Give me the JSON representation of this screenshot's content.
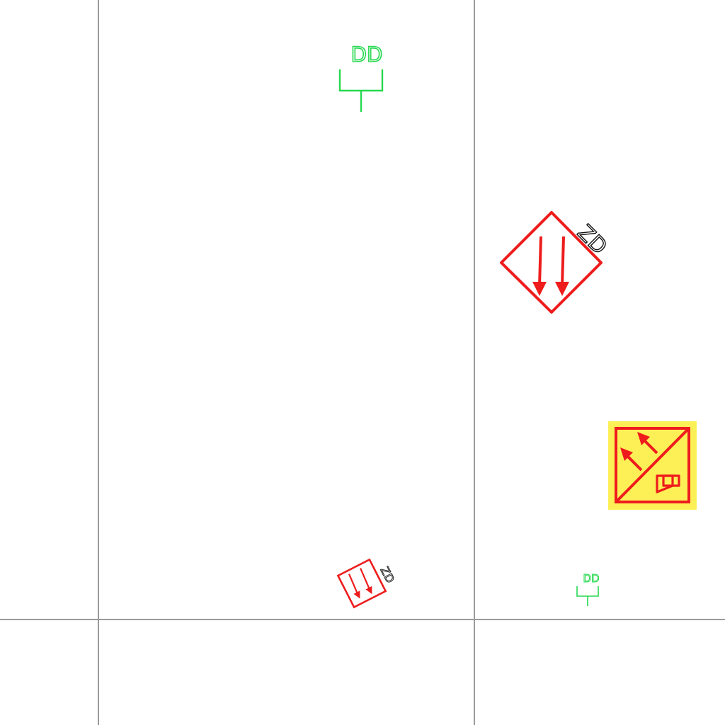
{
  "colors": {
    "background": "#ffffff",
    "grid_line": "#9a9a9a",
    "warning_red": "#ee1c1c",
    "device_green": "#27d84f",
    "highlight_yellow": "#fdf056",
    "label_black": "#111111"
  },
  "grid": {
    "vertical_lines": 2,
    "horizontal_lines": 1
  },
  "symbols": {
    "green_device_top": {
      "icon": "green-bracket-device-icon",
      "label": "DD"
    },
    "green_device_bottom": {
      "icon": "green-bracket-device-icon",
      "label": "DD"
    },
    "diamond_large": {
      "icon": "double-down-arrow-diamond-icon",
      "label": "ZD"
    },
    "diamond_small": {
      "icon": "double-down-arrow-diamond-icon",
      "label": "ZD"
    },
    "highlighted_box": {
      "icon": "evacuation-speaker-icon",
      "highlighted": true
    }
  }
}
